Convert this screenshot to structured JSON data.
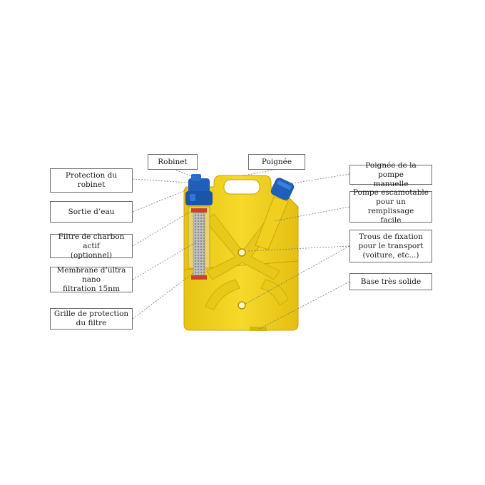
{
  "labels": {
    "robinet": "Robinet",
    "poignee": "Poignée",
    "protection_robinet": "Protection du\nrobinet",
    "sortie_eau": "Sortie d’eau",
    "filtre_charbon": "Filtre de charbon actif\n(optionnel)",
    "membrane": "Membrane d’ultra nano\nfiltration 15nm",
    "grille": "Grille de protection\ndu filtre",
    "poignee_pompe": "Poignée de la pompe\nmanuelle",
    "pompe_escamotable": "Pompe escamotable\npour un remplissage\nfacile",
    "trous_fixation": "Trous de fixation\npour le transport\n(voiture, etc...)",
    "base": "Base très solide"
  },
  "colors": {
    "body_yellow": "#f2d21c",
    "body_shadow": "#d9b20c",
    "cap_blue": "#1f5fb8",
    "filter_red": "#c7432a",
    "filter_grey": "#9a9a9a",
    "box_border": "#6d6d6d",
    "leader_line": "#777777"
  }
}
